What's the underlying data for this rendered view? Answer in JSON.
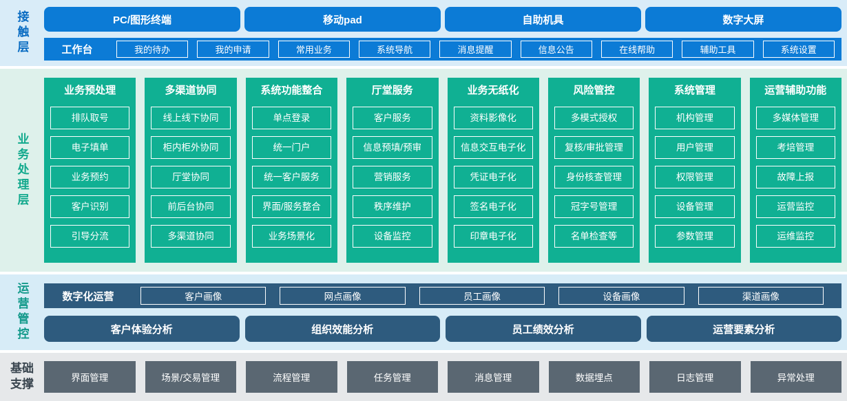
{
  "colors": {
    "contact_blue": "#0c7bd6",
    "contact_bg": "#d9ecf8",
    "business_teal": "#10b093",
    "business_bg": "#def1eb",
    "operation_navy": "#2e5b7e",
    "operation_bg": "#d7ecf7",
    "foundation_gray": "#5a6772",
    "foundation_bg": "#e6e8ea",
    "box_border": "#ffffff"
  },
  "contact": {
    "label": "接触层",
    "channels": [
      "PC/图形终端",
      "移动pad",
      "自助机具",
      "数字大屏"
    ],
    "workbench": {
      "label": "工作台",
      "items": [
        "我的待办",
        "我的申请",
        "常用业务",
        "系统导航",
        "消息提醒",
        "信息公告",
        "在线帮助",
        "辅助工具",
        "系统设置"
      ]
    }
  },
  "business": {
    "label": "业务处理层",
    "columns": [
      {
        "title": "业务预处理",
        "items": [
          "排队取号",
          "电子填单",
          "业务预约",
          "客户识别",
          "引导分流"
        ]
      },
      {
        "title": "多渠道协同",
        "items": [
          "线上线下协同",
          "柜内柜外协同",
          "厅堂协同",
          "前后台协同",
          "多渠道协同"
        ]
      },
      {
        "title": "系统功能整合",
        "items": [
          "单点登录",
          "统一门户",
          "统一客户服务",
          "界面/服务整合",
          "业务场景化"
        ]
      },
      {
        "title": "厅堂服务",
        "items": [
          "客户服务",
          "信息预填/预审",
          "营销服务",
          "秩序维护",
          "设备监控"
        ]
      },
      {
        "title": "业务无纸化",
        "items": [
          "资料影像化",
          "信息交互电子化",
          "凭证电子化",
          "签名电子化",
          "印章电子化"
        ]
      },
      {
        "title": "风险管控",
        "items": [
          "多模式授权",
          "复核/审批管理",
          "身份核查管理",
          "冠字号管理",
          "名单检查等"
        ]
      },
      {
        "title": "系统管理",
        "items": [
          "机构管理",
          "用户管理",
          "权限管理",
          "设备管理",
          "参数管理"
        ]
      },
      {
        "title": "运营辅助功能",
        "items": [
          "多媒体管理",
          "考培管理",
          "故障上报",
          "运营监控",
          "运维监控"
        ]
      }
    ]
  },
  "operation": {
    "label": "运营管控",
    "digital": {
      "label": "数字化运营",
      "items": [
        "客户画像",
        "网点画像",
        "员工画像",
        "设备画像",
        "渠道画像"
      ]
    },
    "analysis": [
      "客户体验分析",
      "组织效能分析",
      "员工绩效分析",
      "运营要素分析"
    ]
  },
  "foundation": {
    "label": "基础支撑",
    "items": [
      "界面管理",
      "场景/交易管理",
      "流程管理",
      "任务管理",
      "消息管理",
      "数据埋点",
      "日志管理",
      "异常处理"
    ]
  }
}
